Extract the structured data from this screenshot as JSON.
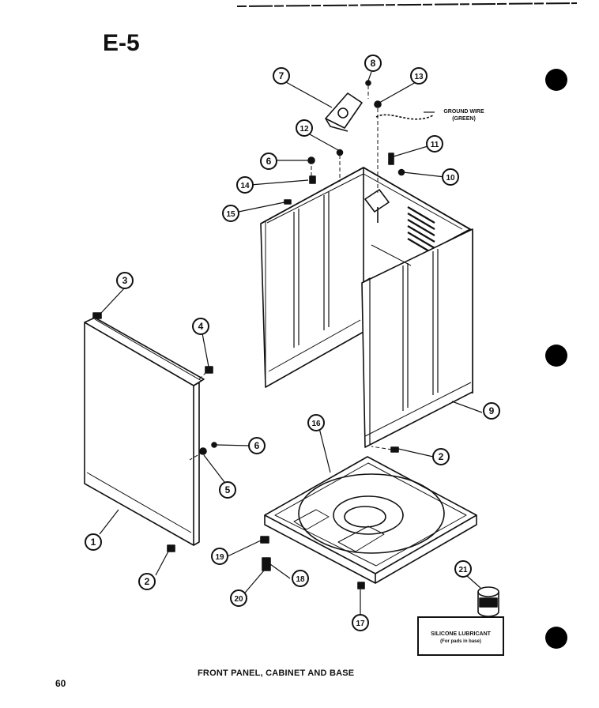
{
  "page": {
    "section_label": "E-5",
    "caption": "FRONT PANEL, CABINET AND BASE",
    "page_number": "60"
  },
  "annotations": {
    "ground_wire": [
      "GROUND WIRE",
      "(GREEN)"
    ],
    "lubricant_title": "SILICONE LUBRICANT",
    "lubricant_note": "(For pads in base)"
  },
  "callouts": [
    {
      "id": "c1",
      "label": "1"
    },
    {
      "id": "c2a",
      "label": "2"
    },
    {
      "id": "c2b",
      "label": "2"
    },
    {
      "id": "c3",
      "label": "3"
    },
    {
      "id": "c4",
      "label": "4"
    },
    {
      "id": "c5",
      "label": "5"
    },
    {
      "id": "c6a",
      "label": "6"
    },
    {
      "id": "c6b",
      "label": "6"
    },
    {
      "id": "c7",
      "label": "7"
    },
    {
      "id": "c8",
      "label": "8"
    },
    {
      "id": "c9",
      "label": "9"
    },
    {
      "id": "c10",
      "label": "10"
    },
    {
      "id": "c11",
      "label": "11"
    },
    {
      "id": "c12",
      "label": "12"
    },
    {
      "id": "c13",
      "label": "13"
    },
    {
      "id": "c14",
      "label": "14"
    },
    {
      "id": "c15",
      "label": "15"
    },
    {
      "id": "c16",
      "label": "16"
    },
    {
      "id": "c17",
      "label": "17"
    },
    {
      "id": "c18",
      "label": "18"
    },
    {
      "id": "c19",
      "label": "19"
    },
    {
      "id": "c20",
      "label": "20"
    },
    {
      "id": "c21",
      "label": "21"
    }
  ],
  "colors": {
    "ink": "#111111",
    "paper": "#ffffff"
  }
}
